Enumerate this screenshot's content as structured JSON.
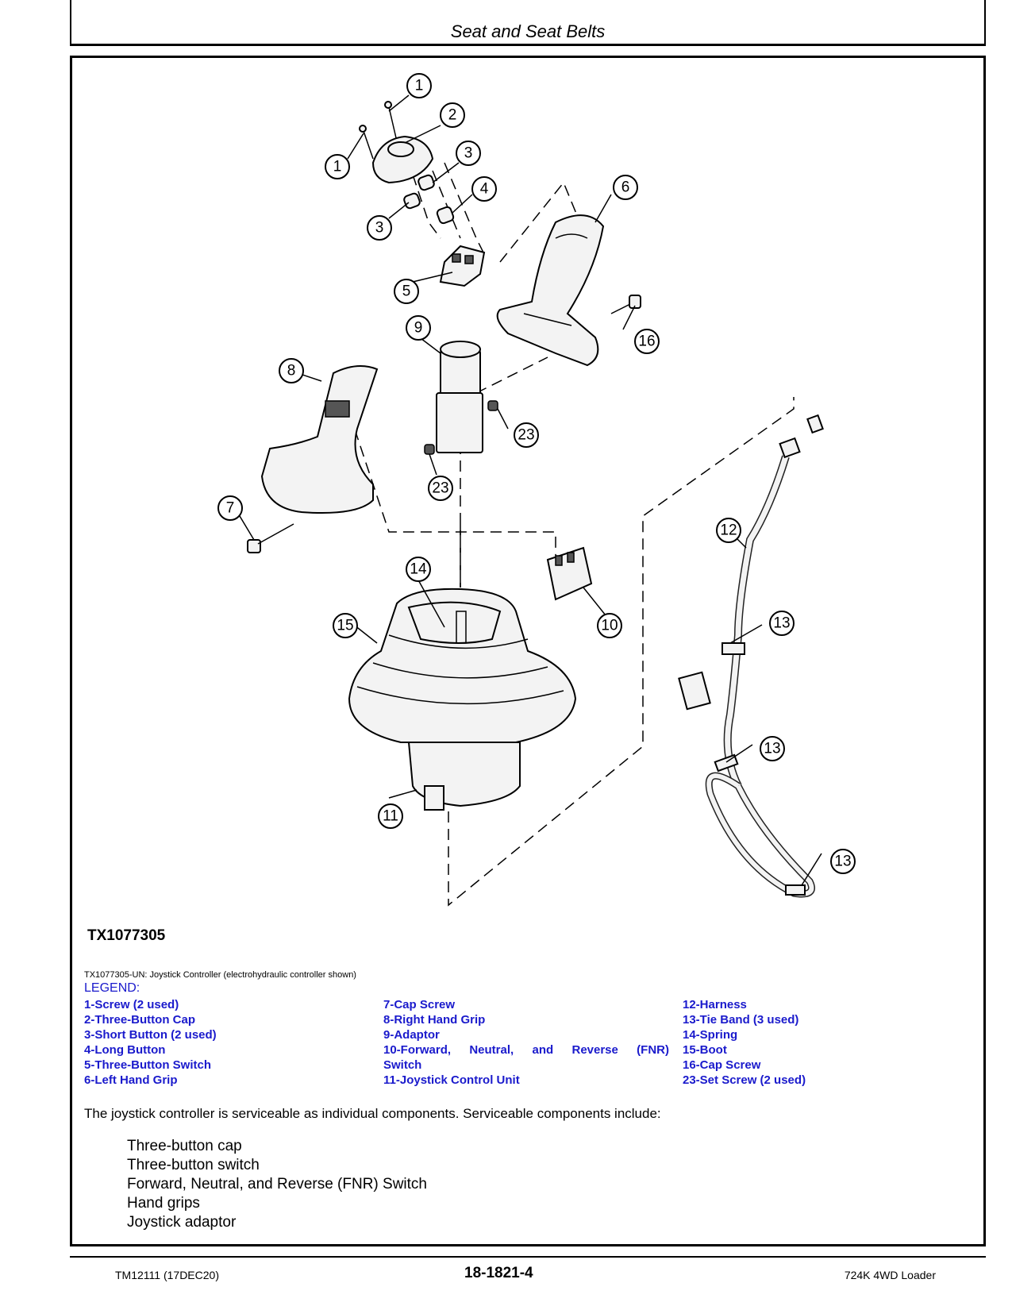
{
  "header": {
    "title": "Seat and Seat Belts"
  },
  "figure": {
    "id": "TX1077305",
    "callouts": [
      "1",
      "2",
      "3",
      "4",
      "5",
      "6",
      "7",
      "8",
      "9",
      "10",
      "11",
      "12",
      "13",
      "14",
      "15",
      "16",
      "23"
    ]
  },
  "caption": "TX1077305-UN: Joystick Controller (electrohydraulic controller shown)",
  "legend": {
    "title": "LEGEND:",
    "col1": [
      "1-Screw (2 used)",
      "2-Three-Button Cap",
      "3-Short Button (2 used)",
      "4-Long Button",
      "5-Three-Button Switch",
      "6-Left Hand Grip"
    ],
    "col2": [
      "7-Cap Screw",
      "8-Right Hand Grip",
      "9-Adaptor",
      "10-Forward, Neutral, and Reverse (FNR)",
      "Switch",
      "11-Joystick Control Unit"
    ],
    "col3": [
      "12-Harness",
      "13-Tie Band (3 used)",
      "14-Spring",
      "15-Boot",
      "16-Cap Screw",
      "23-Set Screw (2 used)"
    ]
  },
  "intro": "The joystick controller is serviceable as individual components. Serviceable components include:",
  "components": [
    "Three-button cap",
    "Three-button switch",
    "Forward, Neutral, and Reverse (FNR) Switch",
    "Hand grips",
    "Joystick adaptor"
  ],
  "footer": {
    "left": "TM12111 (17DEC20)",
    "center": "18-1821-4",
    "right": "724K 4WD Loader"
  }
}
